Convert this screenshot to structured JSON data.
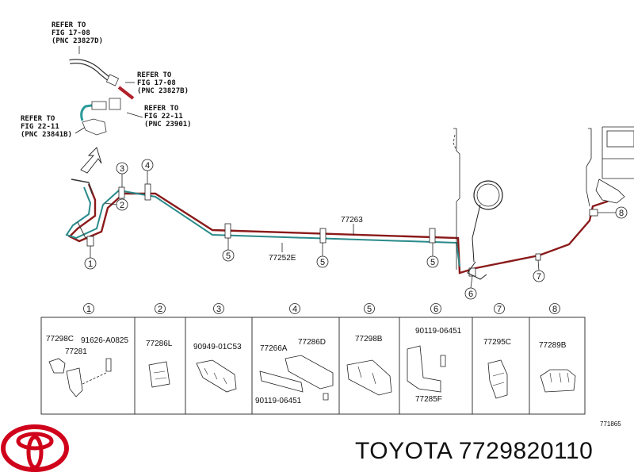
{
  "refs": [
    {
      "l1": "REFER TO",
      "l2": "FIG 17-08",
      "l3": "(PNC 23827D)"
    },
    {
      "l1": "REFER TO",
      "l2": "FIG 17-08",
      "l3": "(PNC 23827B)"
    },
    {
      "l1": "REFER TO",
      "l2": "FIG 22-11",
      "l3": "(PNC 23901)"
    },
    {
      "l1": "REFER TO",
      "l2": "FIG 22-11",
      "l3": "(PNC 23841B)"
    }
  ],
  "callouts": [
    "1",
    "2",
    "3",
    "4",
    "5",
    "6",
    "7",
    "8"
  ],
  "pipe_labels": {
    "upper": "77263",
    "lower": "77252E"
  },
  "table": {
    "headers": [
      "1",
      "2",
      "3",
      "4",
      "5",
      "6",
      "7",
      "8"
    ],
    "cells": [
      [
        "77298C",
        "91626-A0825",
        "77281"
      ],
      [
        "77286L"
      ],
      [
        "90949-01C53"
      ],
      [
        "77266A",
        "77286D",
        "90119-06451"
      ],
      [
        "77298B"
      ],
      [
        "90119-06451",
        "77285F"
      ],
      [
        "77295C"
      ],
      [
        "77289B"
      ]
    ]
  },
  "catalog_code": "771865",
  "footer": "TOYOTA 7729820110",
  "colors": {
    "pipe_red": "#8b1a1a",
    "pipe_teal": "#2a8a8a",
    "logo_red": "#d0021b"
  }
}
